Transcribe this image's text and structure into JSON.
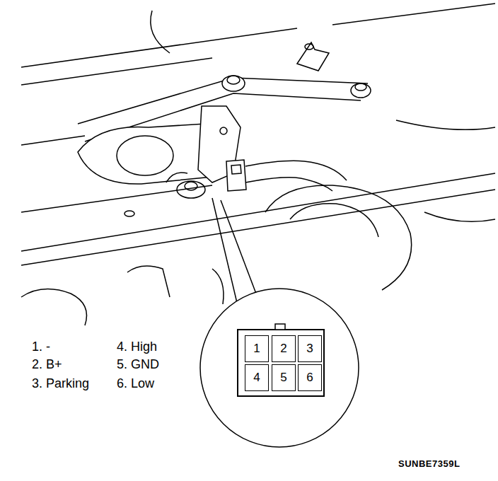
{
  "diagram": {
    "nodes": [
      {
        "text": [
          "1"
        ]
      },
      {
        "text": [
          "2"
        ]
      },
      {
        "text": [
          "3"
        ]
      },
      {
        "text": [
          "4"
        ]
      },
      {
        "text": [
          "5"
        ]
      },
      {
        "text": [
          "6"
        ]
      }
    ],
    "labels": [
      "1. -",
      "2. B+",
      "3. Parking",
      "4. High",
      "5. GND",
      "6. Low",
      "SUNBE7359L"
    ]
  }
}
